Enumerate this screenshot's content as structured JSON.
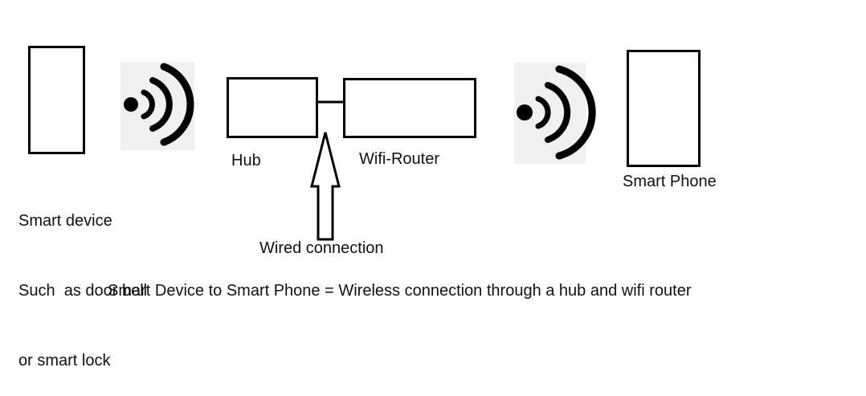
{
  "colors": {
    "stroke": "#000000",
    "signal_background": "#f0f0f0",
    "text": "#111111"
  },
  "icons": {
    "wireless_signal": "wireless-signal-icon"
  },
  "labels": {
    "smart_device_lines": [
      "Smart device",
      "Such  as door bell",
      "or smart lock"
    ],
    "hub": "Hub",
    "wifi_router": "Wifi-Router",
    "smart_phone": "Smart Phone",
    "wired_connection": "Wired connection",
    "caption": "Smart Device to Smart Phone = Wireless connection through a hub and wifi router"
  }
}
